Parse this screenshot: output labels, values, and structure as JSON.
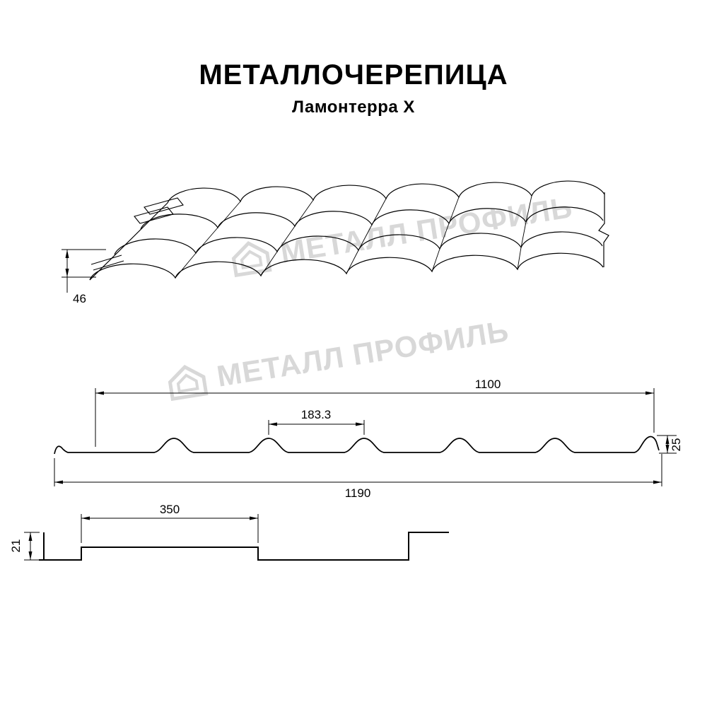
{
  "header": {
    "title": "МЕТАЛЛОЧЕРЕПИЦА",
    "subtitle": "Ламонтерра X"
  },
  "watermark": {
    "text": "МЕТАЛЛ ПРОФИЛЬ"
  },
  "dims": {
    "perspective_edge": "46",
    "cover_width": "1100",
    "wave_pitch": "183.3",
    "profile_height": "25",
    "overall_width": "1190",
    "module_length": "350",
    "step_height": "21"
  },
  "colors": {
    "line": "#000000",
    "watermark": "#d8d8d8"
  }
}
